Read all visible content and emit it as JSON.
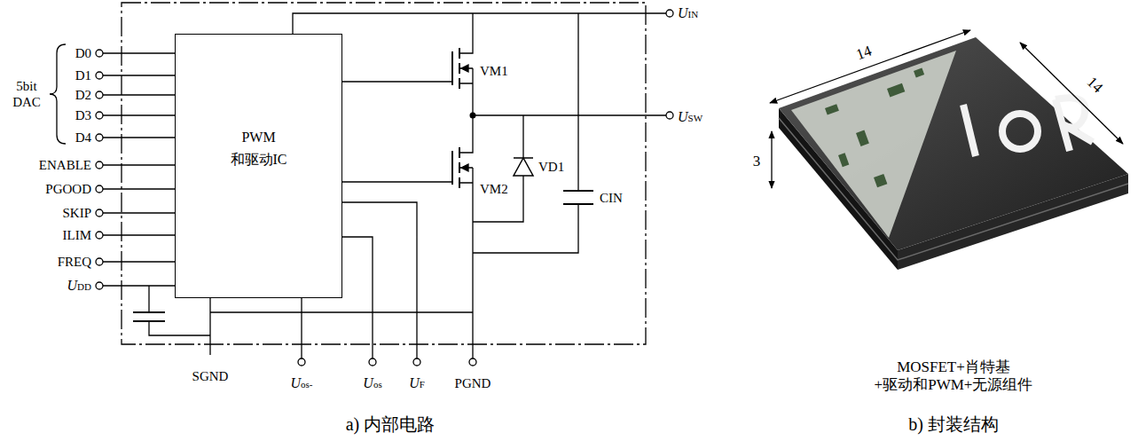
{
  "diagram": {
    "nodes": [
      {
        "text": [
          "PWM 和驱动IC"
        ]
      }
    ],
    "labels": [
      "5bit DAC",
      "D0",
      "D1",
      "D2",
      "D3",
      "D4",
      "ENABLE",
      "PGOOD",
      "SKIP",
      "ILIM",
      "FREQ",
      "UDD",
      "SGND",
      "Uos-",
      "Uos",
      "UF",
      "PGND",
      "UIN",
      "USW",
      "VM1",
      "VM2",
      "VD1",
      "CIN",
      "14",
      "14",
      "3",
      "MOSFET+肖特基 +驱动和PWM+无源组件",
      "a) 内部电路",
      "b) 封装结构"
    ]
  }
}
